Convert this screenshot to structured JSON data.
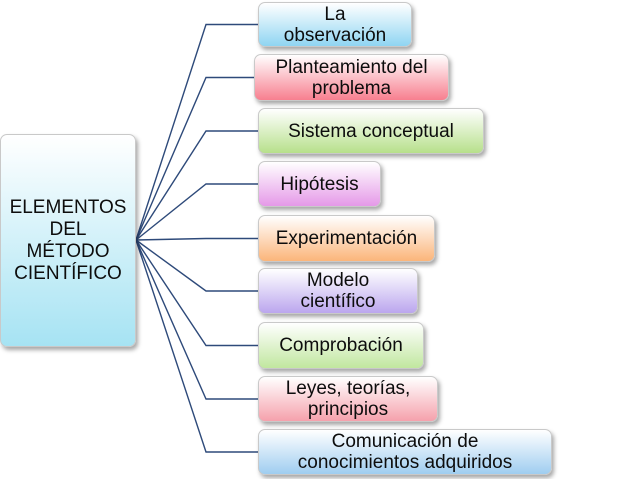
{
  "root": {
    "label": "ELEMENTOS\nDEL\nMÉTODO\nCIENTÍFICO",
    "color_top": "#ffffff",
    "color_bottom": "#a6e3f3"
  },
  "connector_color": "#2e4a7a",
  "elements": [
    {
      "label": "La\nobservación",
      "color_top": "#ffffff",
      "color_bottom": "#8fd5f2"
    },
    {
      "label": "Planteamiento del\nproblema",
      "color_top": "#ffffff",
      "color_bottom": "#f77f8f"
    },
    {
      "label": "Sistema conceptual",
      "color_top": "#ffffff",
      "color_bottom": "#b7e08b"
    },
    {
      "label": "Hipótesis",
      "color_top": "#ffffff",
      "color_bottom": "#e599e8"
    },
    {
      "label": "Experimentación",
      "color_top": "#ffffff",
      "color_bottom": "#fbb57a"
    },
    {
      "label": "Modelo\ncientífico",
      "color_top": "#ffffff",
      "color_bottom": "#bba6ee"
    },
    {
      "label": "Comprobación",
      "color_top": "#ffffff",
      "color_bottom": "#c1e79f"
    },
    {
      "label": "Leyes, teorías,\nprincipios",
      "color_top": "#ffffff",
      "color_bottom": "#f5a1ac"
    },
    {
      "label": "Comunicación de\nconocimientos  adquiridos",
      "color_top": "#ffffff",
      "color_bottom": "#9fcdf0"
    }
  ]
}
